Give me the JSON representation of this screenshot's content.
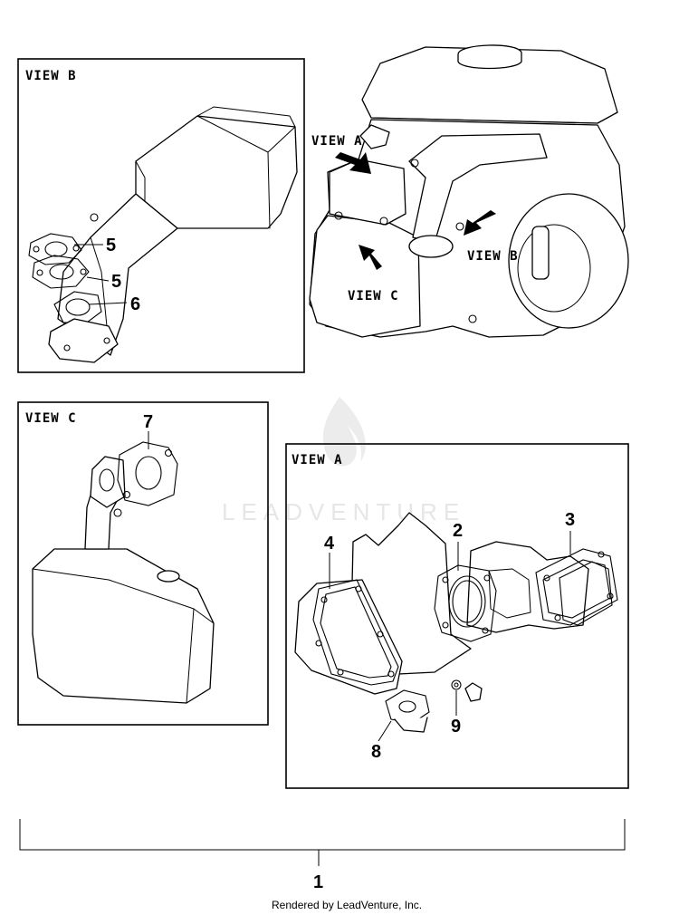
{
  "watermark": "LEADVENTURE",
  "views": {
    "b": "VIEW B",
    "c": "VIEW C",
    "a": "VIEW A"
  },
  "engine_labels": {
    "view_a": "VIEW A",
    "view_b": "VIEW B",
    "view_c": "VIEW C"
  },
  "callouts": {
    "p1": "1",
    "p2": "2",
    "p3": "3",
    "p4": "4",
    "p5a": "5",
    "p5b": "5",
    "p6": "6",
    "p7": "7",
    "p8": "8",
    "p9": "9"
  },
  "footer": "Rendered by LeadVenture, Inc.",
  "colors": {
    "line": "#000000",
    "background": "#ffffff",
    "watermark": "#e6e6e6"
  }
}
